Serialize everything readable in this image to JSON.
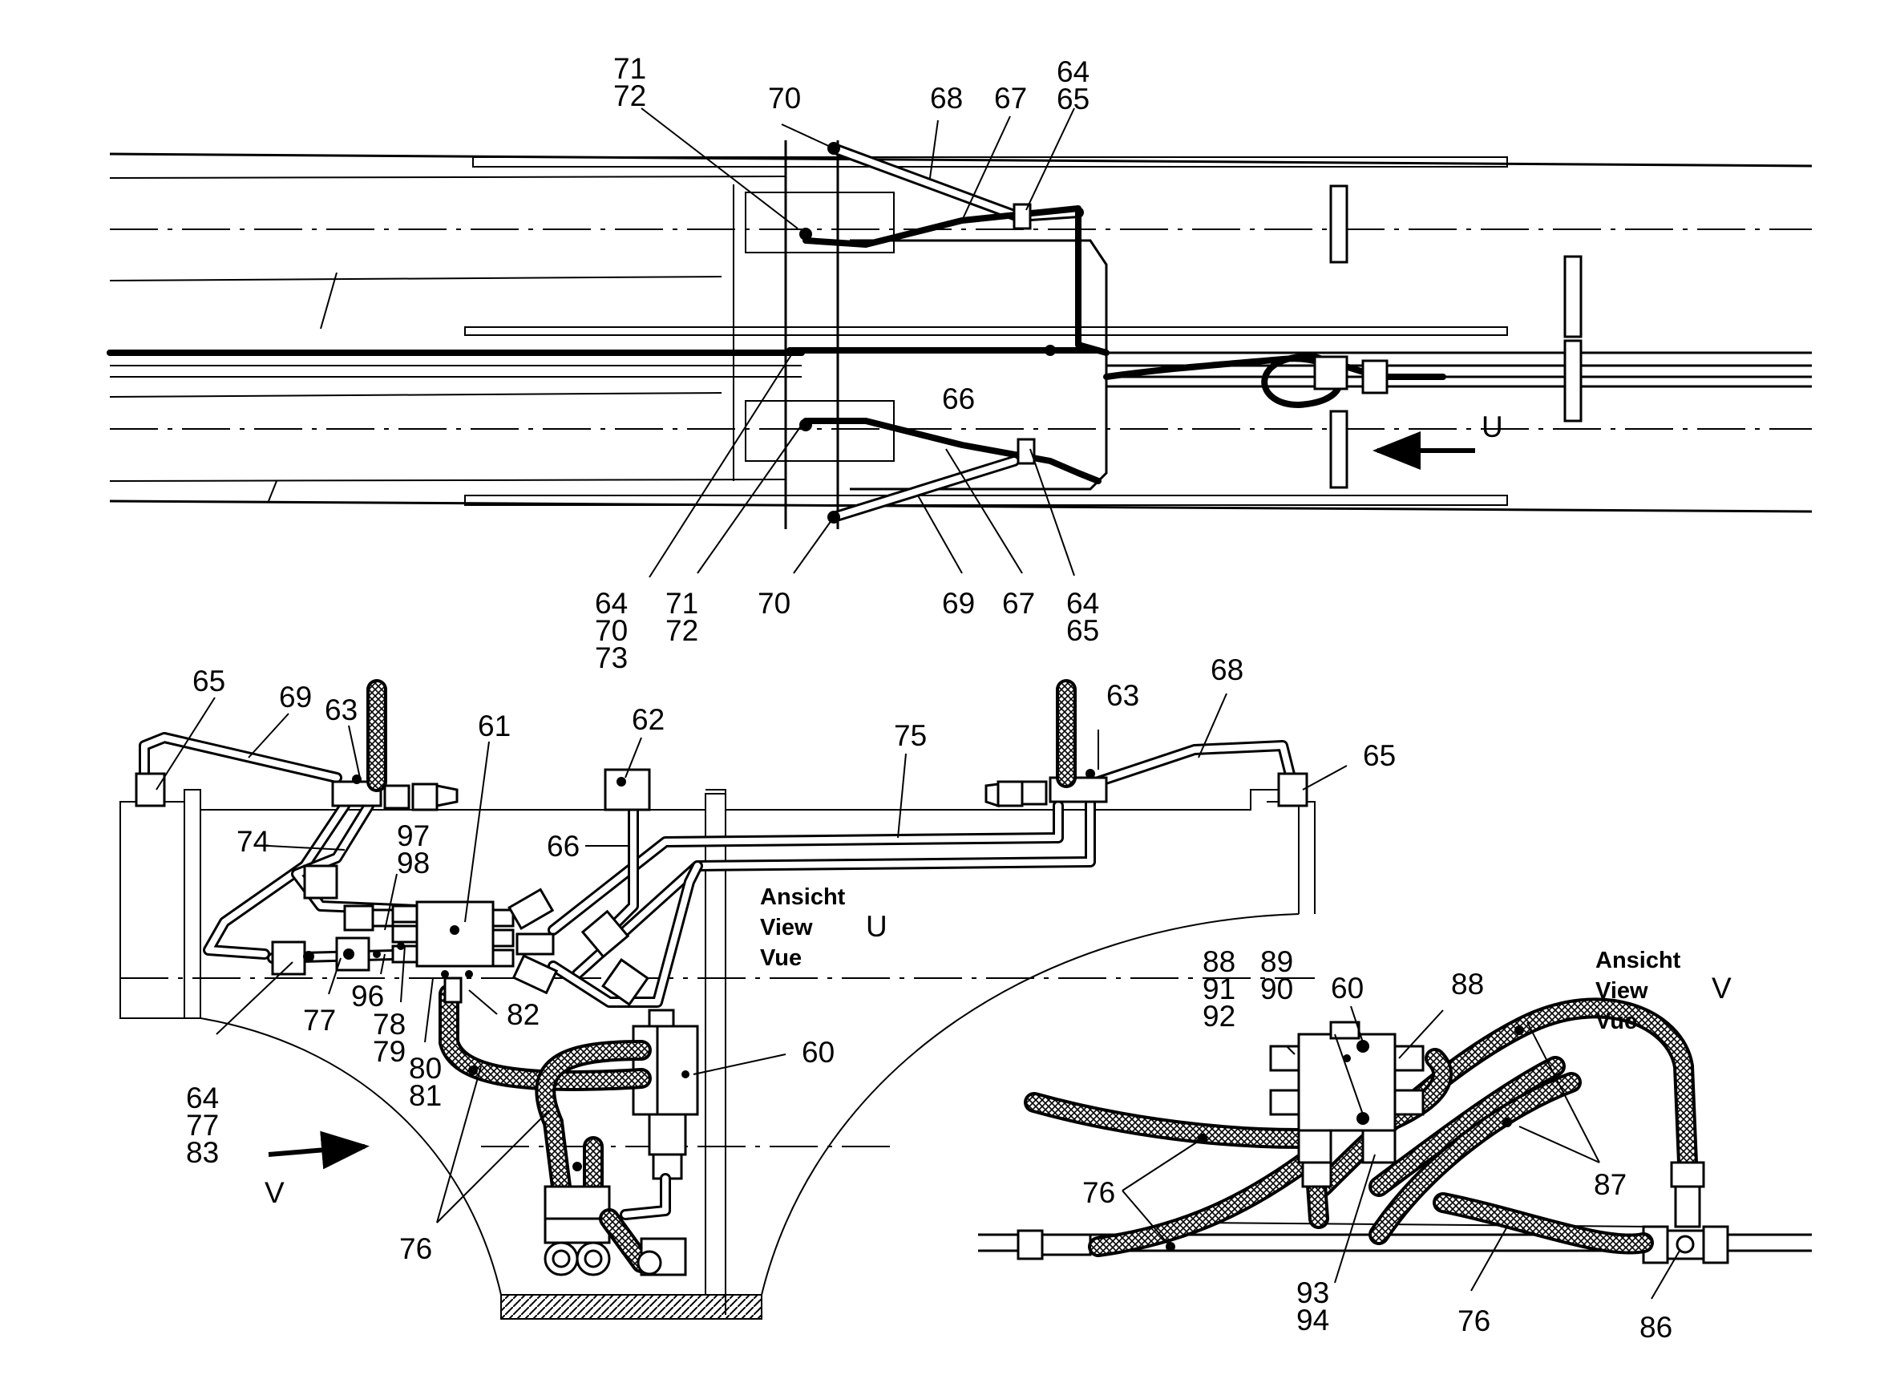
{
  "top_view": {
    "labels": {
      "l7172_a": [
        "71",
        "72"
      ],
      "l70_a": "70",
      "l68_a": "68",
      "l67_a": "67",
      "l6465_a": [
        "64",
        "65"
      ],
      "l66": "66",
      "l647073": [
        "64",
        "70",
        "73"
      ],
      "l7172_b": [
        "71",
        "72"
      ],
      "l70_b": "70",
      "l69_a": "69",
      "l67_b": "67",
      "l6465_b": [
        "64",
        "65"
      ],
      "u_arrow": "U"
    }
  },
  "view_u": {
    "caption": [
      "Ansicht",
      "View",
      "Vue"
    ],
    "caption_letter": "U",
    "labels": {
      "l65_a": "65",
      "l69_b": "69",
      "l63_a": "63",
      "l61": "61",
      "l62": "62",
      "l75": "75",
      "l63_b": "63",
      "l68_b": "68",
      "l65_b": "65",
      "l74": "74",
      "l9798": [
        "97",
        "98"
      ],
      "l66_b": "66",
      "l77": "77",
      "l96": "96",
      "l7879": [
        "78",
        "79"
      ],
      "l8081": [
        "80",
        "81"
      ],
      "l82": "82",
      "l60_a": "60",
      "l647783": [
        "64",
        "77",
        "83"
      ],
      "l76_a": "76",
      "v_arrow": "V"
    }
  },
  "view_v": {
    "caption": [
      "Ansicht",
      "View",
      "Vue"
    ],
    "caption_letter": "V",
    "labels": {
      "l889192": [
        "88",
        "91",
        "92"
      ],
      "l8990": [
        "89",
        "90"
      ],
      "l60_b": "60",
      "l88_b": "88",
      "l87": "87",
      "l76_b": "76",
      "l9394": [
        "93",
        "94"
      ],
      "l76_c": "76",
      "l86": "86"
    }
  }
}
